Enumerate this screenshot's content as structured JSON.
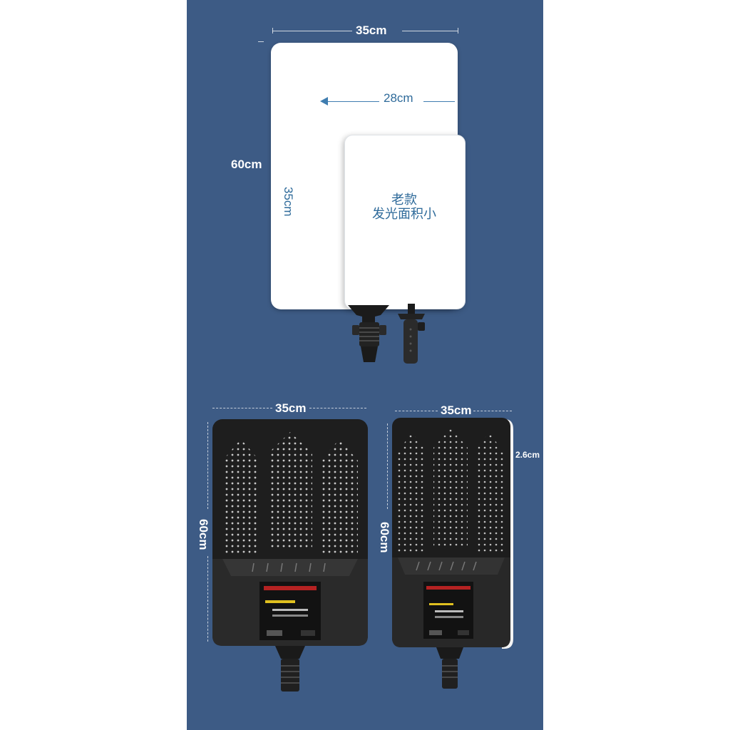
{
  "top": {
    "width_label": "35cm",
    "height_label": "60cm",
    "inner_width_label": "28cm",
    "inner_height_label": "35cm",
    "old_model_line1": "老款",
    "old_model_line2": "发光面积小"
  },
  "bottom_left": {
    "width_label": "35cm",
    "height_label": "60cm"
  },
  "bottom_right": {
    "width_label": "35cm",
    "height_label": "60cm",
    "depth_label": "2.6cm"
  },
  "colors": {
    "background": "#3d5b85",
    "panel": "#ffffff",
    "accent_text": "#2e6a9a",
    "device_body": "#1f1f1f"
  }
}
